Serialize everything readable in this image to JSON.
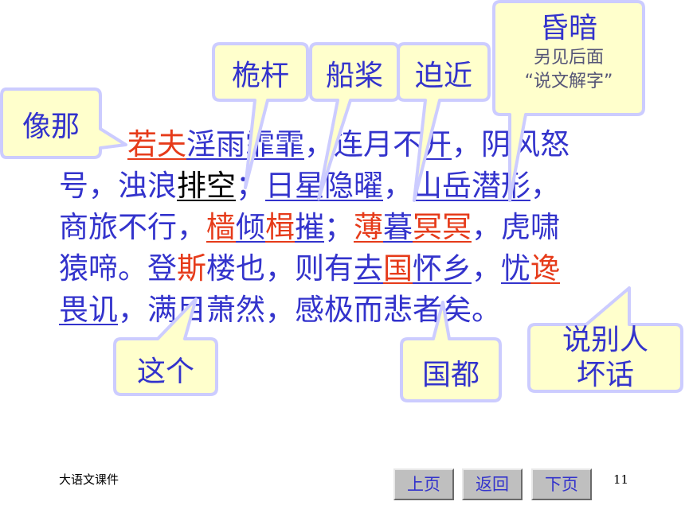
{
  "passage": {
    "lines": [
      [
        {
          "t": "若夫",
          "c": "red",
          "u": true
        },
        {
          "t": "淫雨霏霏",
          "u": true
        },
        {
          "t": "，连月不"
        },
        {
          "t": "开",
          "u": true
        },
        {
          "t": "，阴风怒"
        }
      ],
      [
        {
          "t": "号，浊浪"
        },
        {
          "t": "排空",
          "c": "blk",
          "u": true
        },
        {
          "t": "；"
        },
        {
          "t": "日星隐曜",
          "u": true
        },
        {
          "t": "，"
        },
        {
          "t": "山岳潜形",
          "u": true
        },
        {
          "t": "，"
        }
      ],
      [
        {
          "t": "商旅不行，"
        },
        {
          "t": "樯",
          "c": "red",
          "u": true
        },
        {
          "t": "倾",
          "u": true
        },
        {
          "t": "楫",
          "c": "red",
          "u": true
        },
        {
          "t": "摧",
          "u": true
        },
        {
          "t": "；"
        },
        {
          "t": "薄",
          "c": "red",
          "u": true
        },
        {
          "t": "暮",
          "u": true
        },
        {
          "t": "冥冥",
          "c": "red",
          "u": true
        },
        {
          "t": "，虎啸"
        }
      ],
      [
        {
          "t": "猿啼。登"
        },
        {
          "t": "斯",
          "c": "red"
        },
        {
          "t": "楼也，则有"
        },
        {
          "t": "去",
          "u": true
        },
        {
          "t": "国",
          "c": "red",
          "u": true
        },
        {
          "t": "怀乡",
          "u": true
        },
        {
          "t": "，"
        },
        {
          "t": "忧",
          "u": true
        },
        {
          "t": "谗",
          "c": "red",
          "u": true
        }
      ],
      [
        {
          "t": "畏讥",
          "u": true
        },
        {
          "t": "，满目萧然，感极而悲者矣。"
        }
      ]
    ]
  },
  "callouts": {
    "xiangna": "像那",
    "weigan": "桅杆",
    "chuanjiang": "船桨",
    "pojin": "迫近",
    "hunan": "昏暗",
    "hunan_note_1": "另见后面",
    "hunan_note_2": "“说文解字”",
    "zhege": "这个",
    "guodu": "国都",
    "shuobieren_1": "说别人",
    "shuobieren_2": "坏话"
  },
  "footer": {
    "left_text": "大语文课件",
    "prev": "上页",
    "back": "返回",
    "next": "下页",
    "page_number": "11"
  },
  "colors": {
    "text_blue": "#3333cc",
    "highlight_red": "#e63b1a",
    "bubble_fill": "#ffffcc",
    "bubble_border": "#ccccff"
  }
}
